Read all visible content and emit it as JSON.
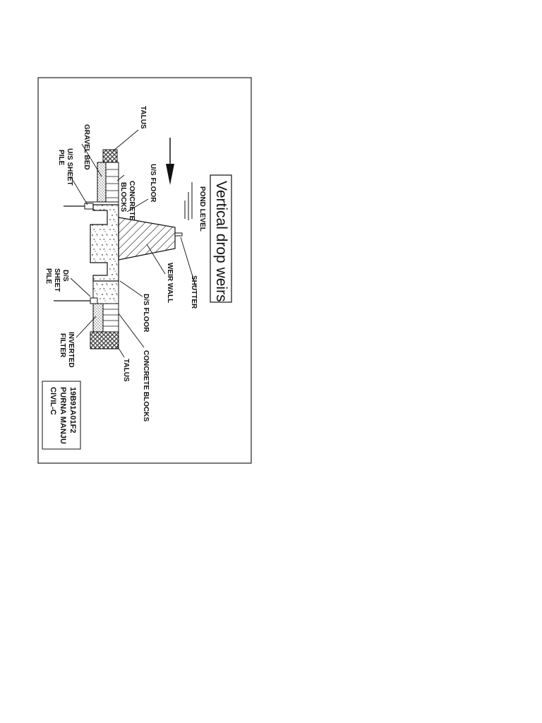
{
  "title": "Vertical drop weirs",
  "labels": {
    "talus_us": "TALUS",
    "gravel_bed": "GRAVEL BED",
    "us_sheet_pile_1": "U/S SHEET",
    "us_sheet_pile_2": "PILE",
    "us_floor": "U/S FLOOR",
    "concrete_blocks_us_1": "CONCRETE",
    "concrete_blocks_us_2": "BLOCKS",
    "pond_level": "POND LEVEL",
    "shutter": "SHUTTER",
    "weir_wall": "WEIR WALL",
    "ds_sheet_pile_1": "D/S",
    "ds_sheet_pile_2": "SHEET",
    "ds_sheet_pile_3": "PILE",
    "ds_floor": "D/S FLOOR",
    "inverted_filter_1": "INVERTED",
    "inverted_filter_2": "FILTER",
    "concrete_blocks_ds": "CONCRETE BLOCKS",
    "talus_ds": "TALUS"
  },
  "signature": {
    "line1": "19B91A01F2",
    "line2": "PURNA MANJU",
    "line3": "CIVIL-C"
  }
}
